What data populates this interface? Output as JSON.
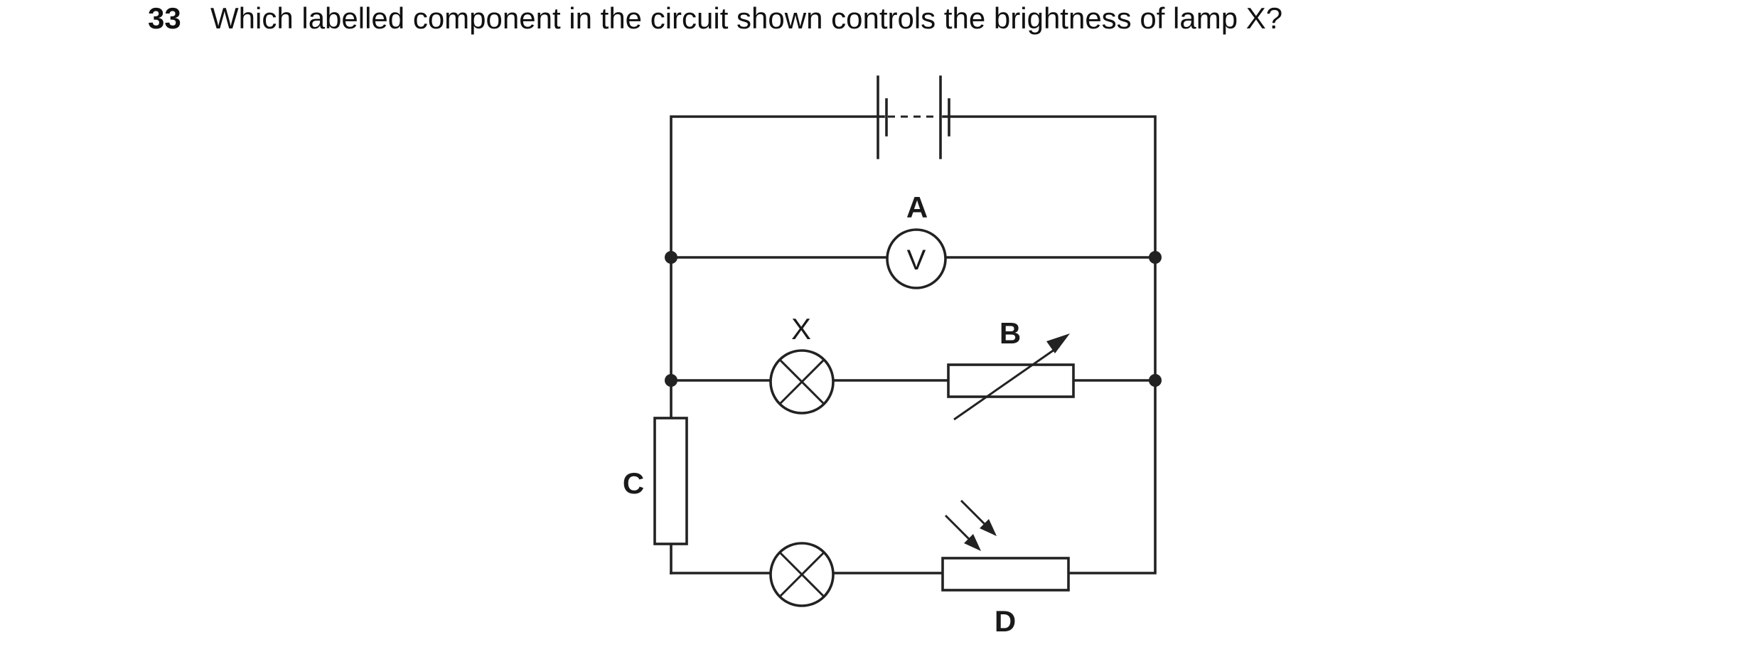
{
  "question": {
    "number": "33",
    "text": "Which labelled component in the circuit shown controls the brightness of lamp X?"
  },
  "diagram": {
    "labels": {
      "voltmeter_label": "A",
      "voltmeter_symbol": "V",
      "lamp_x_label": "X",
      "variable_resistor_label": "B",
      "resistor_label": "C",
      "ldr_label": "D"
    }
  }
}
